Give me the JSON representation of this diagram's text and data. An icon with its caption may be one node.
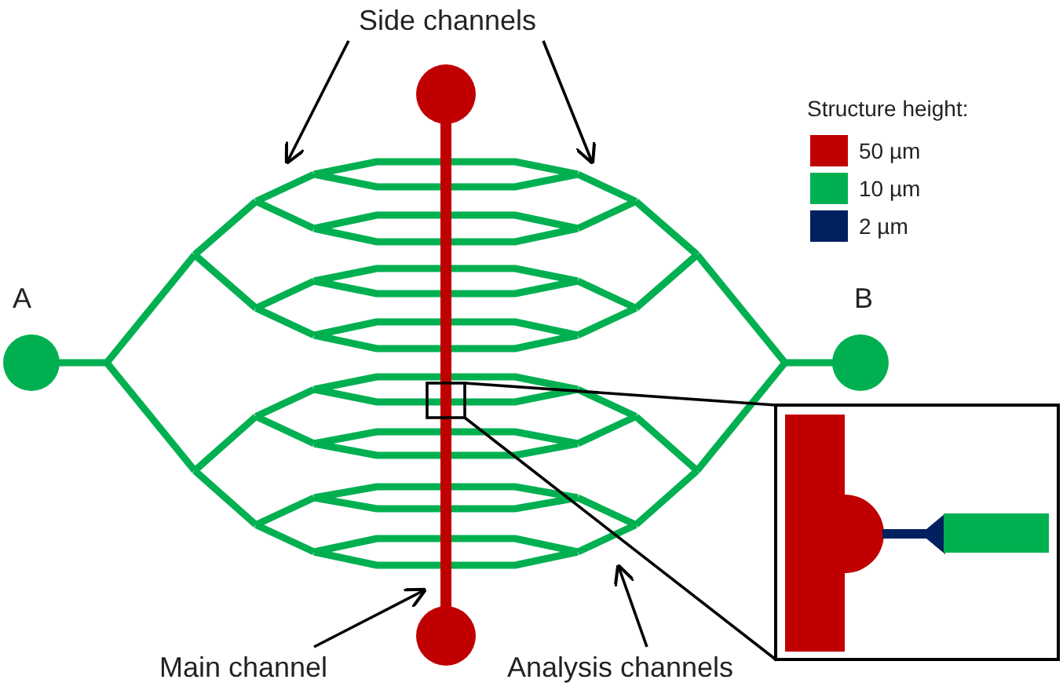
{
  "diagram": {
    "nodes": [
      {
        "text": [
          "Side channels"
        ]
      },
      {
        "text": [
          "Main channel"
        ]
      },
      {
        "text": [
          "Analysis channels"
        ]
      }
    ],
    "edges": [
      {
        "from": 0,
        "to": null,
        "arrow": "to"
      },
      {
        "from": 0,
        "to": null,
        "arrow": "to"
      },
      {
        "from": 1,
        "to": null,
        "arrow": "to"
      },
      {
        "from": 2,
        "to": null,
        "arrow": "to"
      }
    ],
    "labels": [
      "A",
      "B",
      "Structure height:"
    ],
    "legend": [
      {
        "text": "50 µm",
        "color": "#c00000"
      },
      {
        "text": "10 µm",
        "color": "#00b050"
      },
      {
        "text": "2 µm",
        "color": "#002060"
      }
    ]
  }
}
